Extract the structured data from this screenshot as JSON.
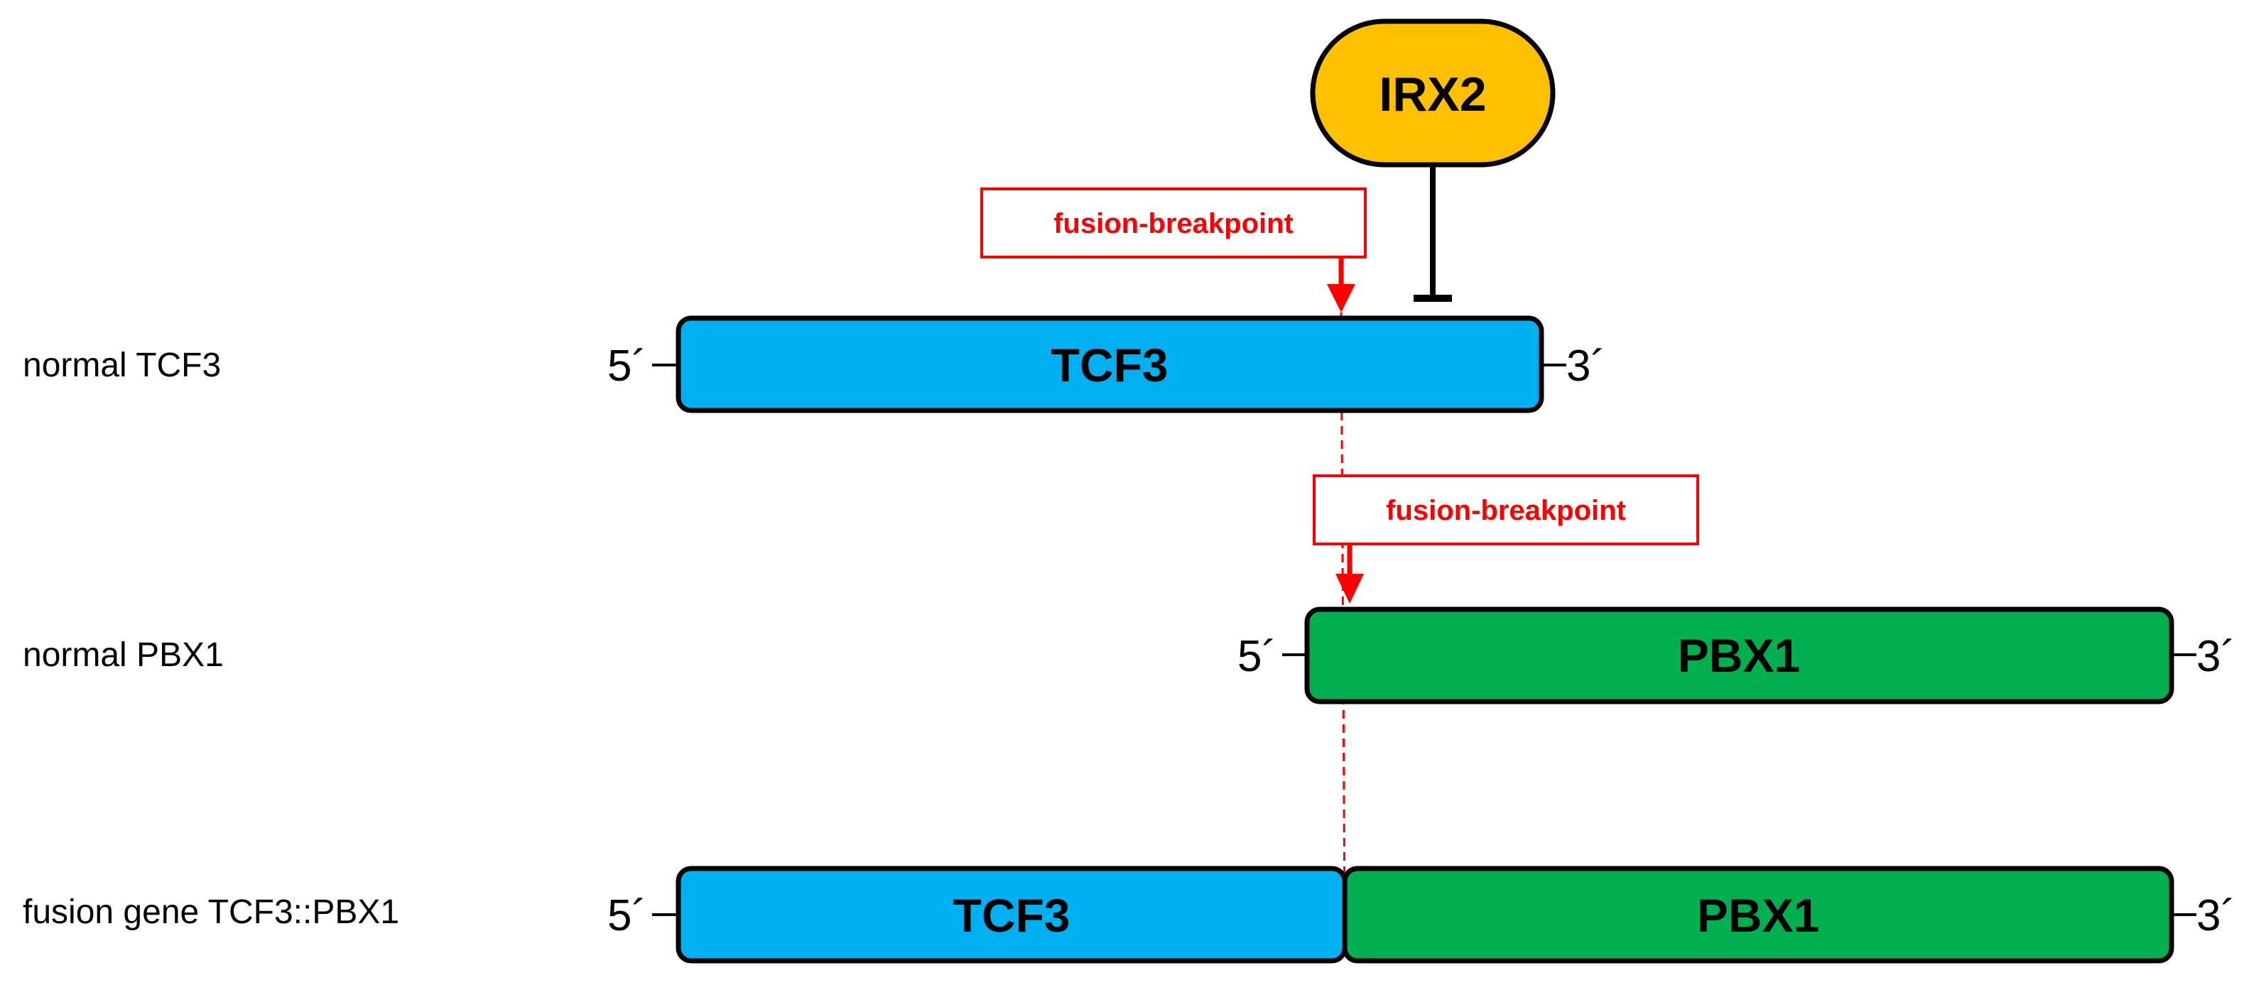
{
  "colors": {
    "tcf3": "#00b0f0",
    "pbx1": "#00b050",
    "irx2": "#ffc000",
    "breakpoint": "#ff0000",
    "outline": "#000000"
  },
  "regulator": {
    "label": "IRX2",
    "effect": "inhibition"
  },
  "breakpoints": {
    "tcf3_label": "fusion-breakpoint",
    "pbx1_label": "fusion-breakpoint"
  },
  "rows": [
    {
      "label": "normal TCF3",
      "five_prime": "5´",
      "three_prime": "3´",
      "segments": [
        {
          "gene": "TCF3"
        }
      ]
    },
    {
      "label": "normal PBX1",
      "five_prime": "5´",
      "three_prime": "3´",
      "segments": [
        {
          "gene": "PBX1"
        }
      ]
    },
    {
      "label": "fusion gene TCF3::PBX1",
      "five_prime": "5´",
      "three_prime": "3´",
      "segments": [
        {
          "gene": "TCF3"
        },
        {
          "gene": "PBX1"
        }
      ]
    }
  ]
}
